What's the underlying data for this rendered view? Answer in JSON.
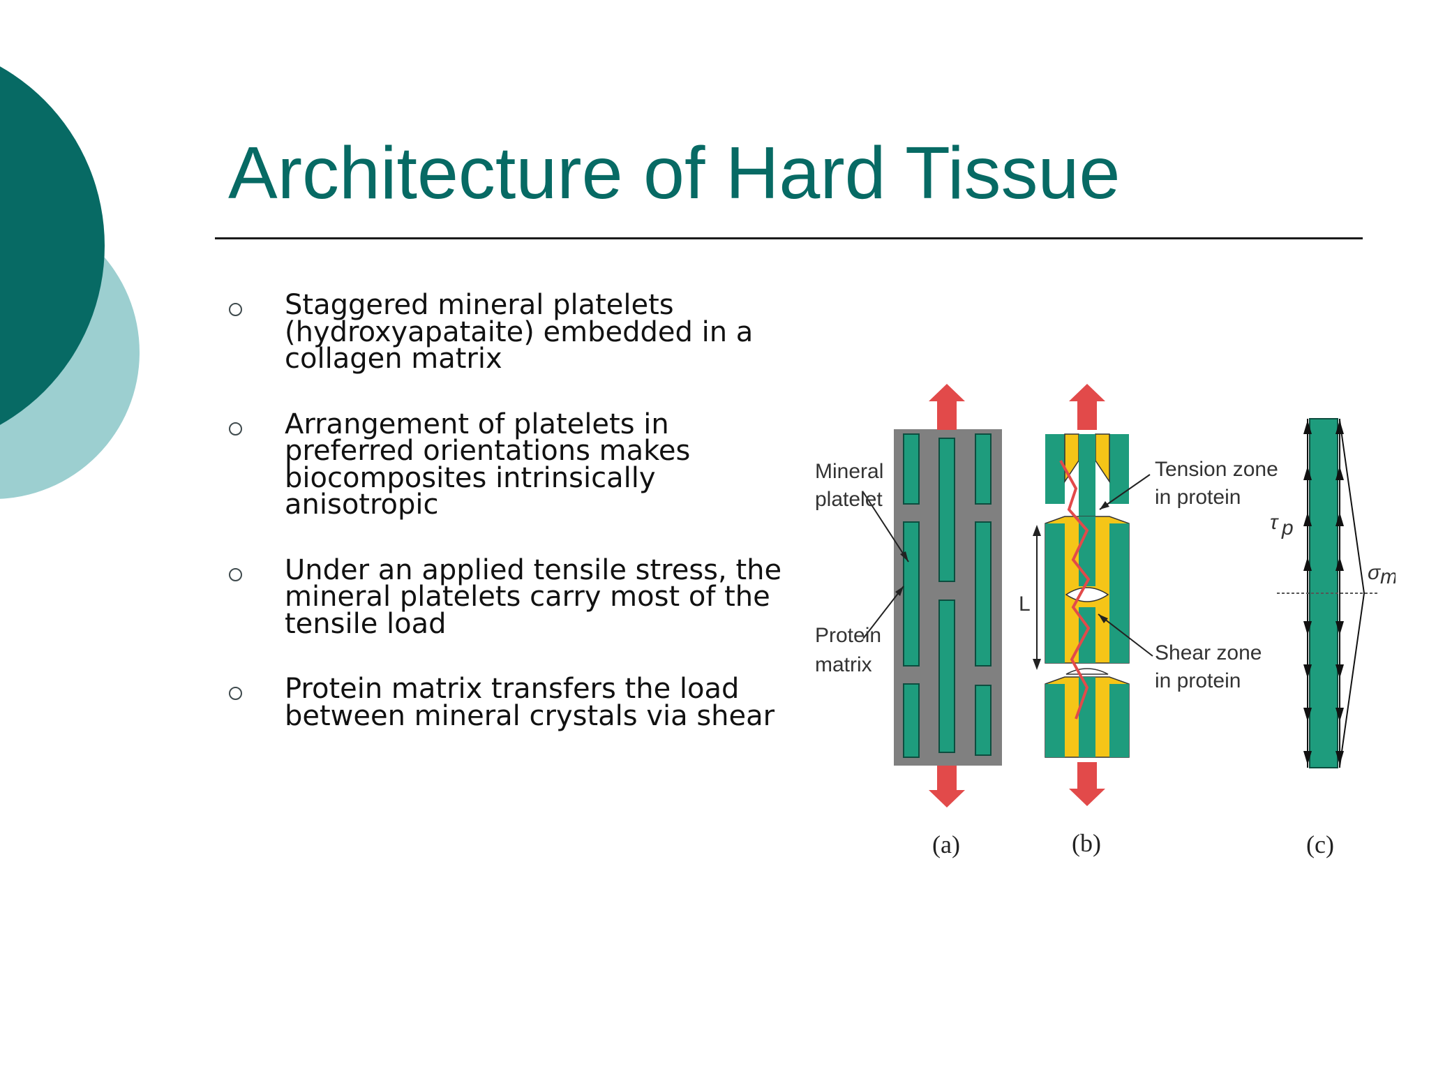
{
  "slide": {
    "title": "Architecture of Hard Tissue",
    "bullets": [
      "Staggered mineral platelets (hydroxyapataite) embedded in a collagen matrix",
      "Arrangement of platelets in preferred orientations makes biocomposites intrinsically anisotropic",
      "Under an applied tensile stress, the mineral platelets carry most of the tensile load",
      "Protein matrix transfers the load between mineral crystals via shear"
    ]
  },
  "figure": {
    "labels": {
      "mineral_platelet_1": "Mineral",
      "mineral_platelet_2": "platelet",
      "protein_matrix_1": "Protein",
      "protein_matrix_2": "matrix",
      "tension_zone_1": "Tension zone",
      "tension_zone_2": "in protein",
      "shear_zone_1": "Shear zone",
      "shear_zone_2": "in protein",
      "length": "L",
      "tau": "τ",
      "tau_sub": "p",
      "sigma": "σ",
      "sigma_sub": "m"
    },
    "captions": [
      "(a)",
      "(b)",
      "(c)"
    ]
  },
  "colors": {
    "theme_dark": "#076a64",
    "theme_light": "#9ccfd0",
    "platelet": "#1e9c7d",
    "matrix": "#808080",
    "protein": "#f5c518",
    "arrow": "#e24a4a"
  }
}
